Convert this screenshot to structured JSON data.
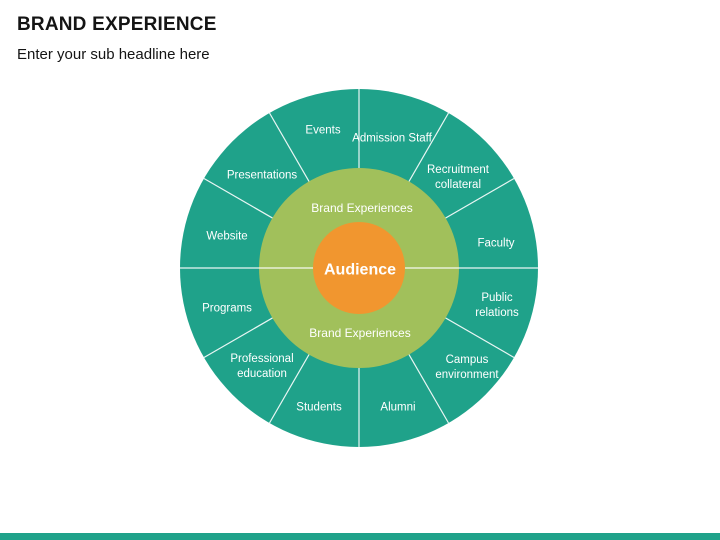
{
  "slide": {
    "title": "BRAND EXPERIENCE",
    "subtitle": "Enter your sub headline here"
  },
  "diagram": {
    "center_label": "Audience",
    "ring_labels": {
      "top": "Brand Experiences",
      "bottom": "Brand Experiences"
    },
    "segments": [
      "Admission Staff",
      "Recruitment collateral",
      "Faculty",
      "Public relations",
      "Campus environment",
      "Alumni",
      "Students",
      "Professional education",
      "Programs",
      "Website",
      "Presentations",
      "Events"
    ],
    "colors": {
      "outer_ring": "#1FA28A",
      "inner_ring": "#A1C05B",
      "center": "#F1962F",
      "divider": "#FFFFFF",
      "label_text": "#FFFFFF"
    }
  },
  "footer": {
    "bar_color": "#1FA28A"
  }
}
